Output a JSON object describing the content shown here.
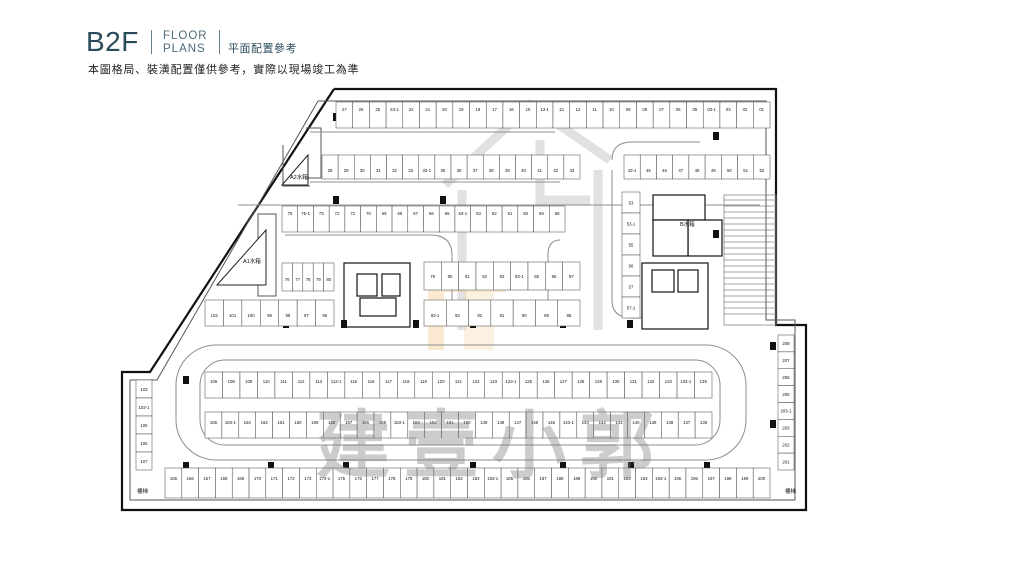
{
  "header": {
    "code": "B2F",
    "floor_word_1": "FLOOR",
    "floor_word_2": "PLANS",
    "plan_ref": "平面配置參考",
    "disclaimer": "本圖格局、裝潢配置僅供參考，實際以現場竣工為準"
  },
  "rooms": {
    "a2_water": "A2水箱",
    "a1_water": "A1水箱",
    "b_water": "B水箱",
    "stair_left": "樓梯",
    "stair_right": "樓梯"
  },
  "stalls": {
    "row_top": [
      "27",
      "26",
      "25",
      "23-1",
      "22",
      "21",
      "20",
      "19",
      "18",
      "17",
      "16",
      "15",
      "13-1",
      "13",
      "12",
      "11",
      "10",
      "09",
      "08",
      "07",
      "06",
      "05",
      "03-1",
      "03",
      "02",
      "01"
    ],
    "row_second": [
      "28",
      "29",
      "30",
      "31",
      "32",
      "33",
      "33-1",
      "35",
      "36",
      "37",
      "38",
      "39",
      "40",
      "41",
      "42",
      "43"
    ],
    "row_second_right": [
      "43-1",
      "45",
      "46",
      "47",
      "48",
      "49",
      "50",
      "51",
      "52"
    ],
    "row_third": [
      "75",
      "75-1",
      "73",
      "72",
      "71",
      "70",
      "69",
      "68",
      "67",
      "66",
      "65",
      "63-1",
      "63",
      "62",
      "61",
      "60",
      "59",
      "58"
    ],
    "left_block": [
      "76",
      "77",
      "78",
      "79",
      "80"
    ],
    "left_block_bottom": [
      "102",
      "101",
      "100",
      "99",
      "98",
      "97",
      "96"
    ],
    "mid_block": [
      "79",
      "80",
      "81",
      "82",
      "83",
      "83-1",
      "85",
      "86",
      "87"
    ],
    "mid_block_bottom": [
      "93-1",
      "93",
      "92",
      "91",
      "90",
      "89",
      "88"
    ],
    "right_block": [
      "53",
      "53-1",
      "55",
      "56",
      "57",
      "57-1"
    ],
    "row_middle_upper": [
      "106",
      "108",
      "109",
      "110",
      "111",
      "112",
      "113",
      "113-1",
      "115",
      "116",
      "117",
      "118",
      "119",
      "120",
      "121",
      "122",
      "123",
      "123-1",
      "125",
      "126",
      "127",
      "128",
      "129",
      "130",
      "131",
      "132",
      "133",
      "133-1",
      "135"
    ],
    "row_middle_lower": [
      "165",
      "163-1",
      "163",
      "162",
      "161",
      "160",
      "159",
      "158",
      "157",
      "156",
      "155",
      "153-1",
      "153",
      "152",
      "151",
      "150",
      "149",
      "148",
      "147",
      "146",
      "145",
      "143-1",
      "143",
      "142",
      "141",
      "140",
      "139",
      "138",
      "137",
      "136"
    ],
    "row_bottom_upper": [
      "165",
      "166",
      "167",
      "168",
      "169",
      "170",
      "171",
      "172",
      "173",
      "173-1",
      "175",
      "176",
      "177",
      "178",
      "179",
      "180",
      "181",
      "182",
      "183",
      "183-1",
      "185",
      "186",
      "187",
      "188",
      "189",
      "190",
      "191",
      "192",
      "193",
      "193-1",
      "195",
      "196",
      "197",
      "198",
      "199",
      "200"
    ],
    "left_column": [
      "103",
      "103-1",
      "105",
      "106",
      "107"
    ],
    "right_column": [
      "208",
      "207",
      "206",
      "205",
      "203-1",
      "203",
      "202",
      "201"
    ]
  },
  "watermark": "建壹小郭"
}
